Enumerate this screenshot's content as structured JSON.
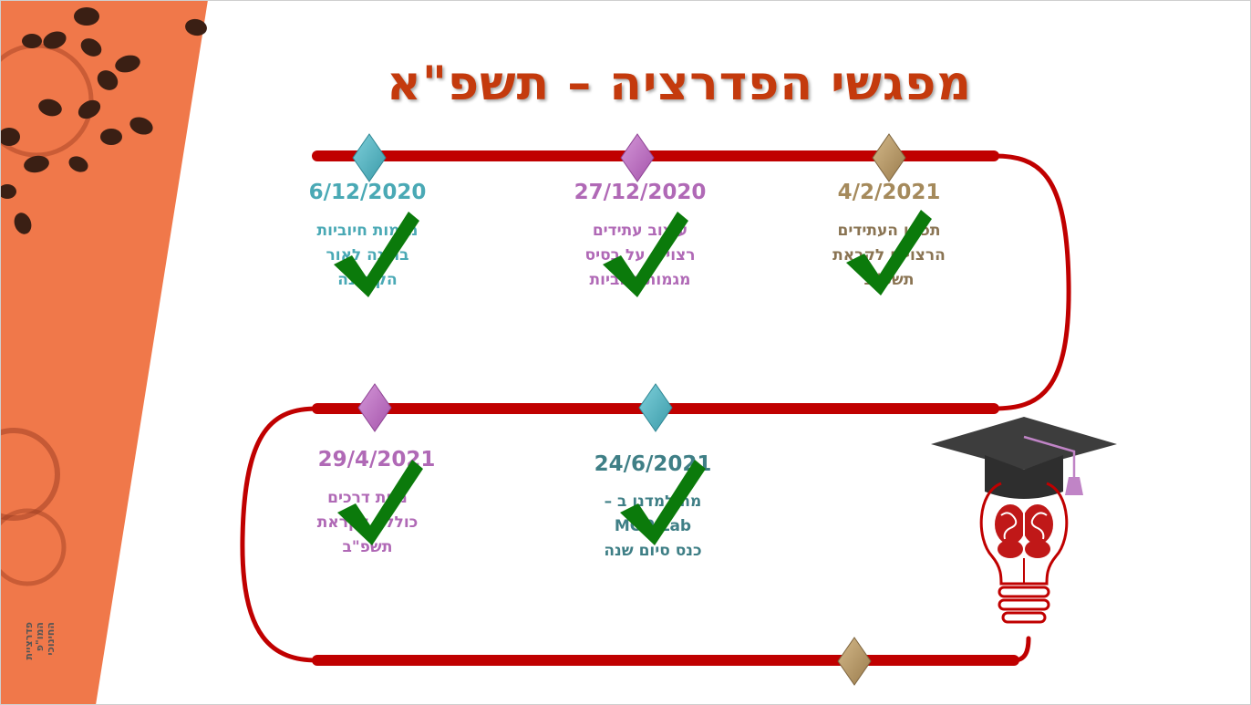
{
  "slide": {
    "title": "מפגשי הפדרציה – תשפ\"א",
    "side_label": [
      "פדרציית",
      "המו\"פ",
      "החינוכי"
    ],
    "colors": {
      "track": "#c00000",
      "orange": "#f0784a",
      "check": "#0b7a0b",
      "teal": "#4aa9b5",
      "purple": "#b069b6",
      "gold": "#a58a5c",
      "dark_teal": "#3f7f86"
    },
    "meetings": [
      {
        "date": "6/12/2020",
        "lines": [
          "מגמות חיוביות",
          "בחינה לאור",
          "הקורונה"
        ],
        "color": "#4aa9b5",
        "completed": true
      },
      {
        "date": "27/12/2020",
        "lines": [
          "עיצוב עתידים",
          "רצויים על בסיס",
          "מגמות חיוביות"
        ],
        "color": "#b069b6",
        "completed": true
      },
      {
        "date": "4/2/2021",
        "lines": [
          "תכנון העתידים",
          "הרצויים לקראת",
          "תשפ\"ב"
        ],
        "color": "#8a7453",
        "completed": true
      },
      {
        "date": "29/4/2021",
        "lines": [
          "מפת דרכים",
          "כוללת לקראת",
          "תשפ\"ב"
        ],
        "color": "#b069b6",
        "completed": true
      },
      {
        "date": "24/6/2021",
        "lines": [
          "מה למדנו ב –",
          "MOP Lab",
          "כנס סיום שנה"
        ],
        "color": "#3f7f86",
        "completed": true
      }
    ],
    "icons": {
      "diamond": "diamond-marker-icon",
      "check": "check-mark-icon",
      "graduation": "graduation-cap-icon",
      "brain_bulb": "lightbulb-brain-icon"
    }
  }
}
